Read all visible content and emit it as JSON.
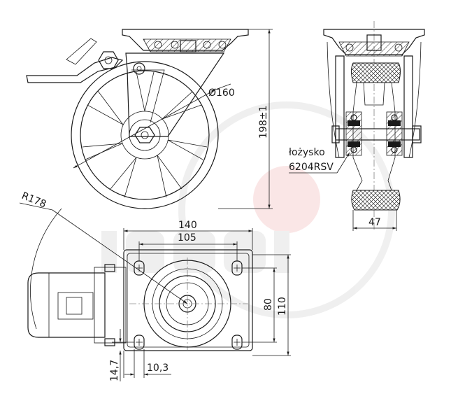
{
  "labels": {
    "wheel_diameter": "Ø160",
    "overall_height": "198±1",
    "bearing_line1": "łożysko",
    "bearing_line2": "6204RSV",
    "wheel_width": "47",
    "swivel_radius": "R178",
    "plate_width": "140",
    "hole_spacing_x": "105",
    "hole_spacing_y": "80",
    "plate_length": "110",
    "offset_vertical": "14,7",
    "hole_diameter": "10,3"
  },
  "colors": {
    "line": "#1a1a1a",
    "watermark": "#d9d9d9",
    "watermark_accent": "#f4c9c9"
  }
}
